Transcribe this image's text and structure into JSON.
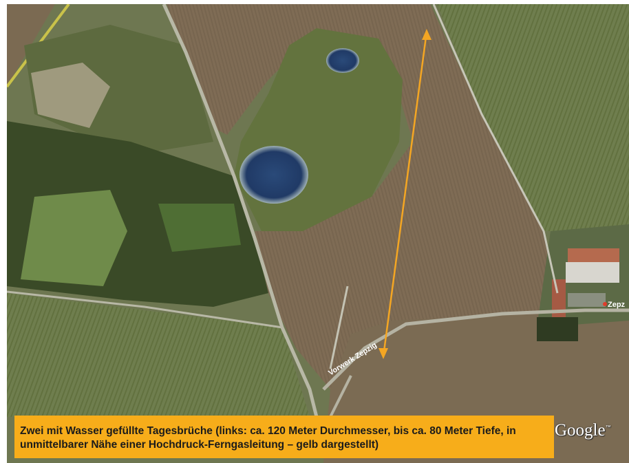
{
  "map": {
    "road_label": "Vorwerk Zepzig",
    "place_label": "Zepz",
    "pipeline_color": "#f4a623"
  },
  "caption": {
    "text": "Zwei mit Wasser gefüllte Tagesbrüche (links: ca. 120 Meter Durchmesser, bis ca. 80 Meter Tiefe, in unmittelbarer Nähe einer Hochdruck-Ferngasleitung – gelb dargestellt)"
  },
  "logo": {
    "text": "Google",
    "mark": "™"
  }
}
